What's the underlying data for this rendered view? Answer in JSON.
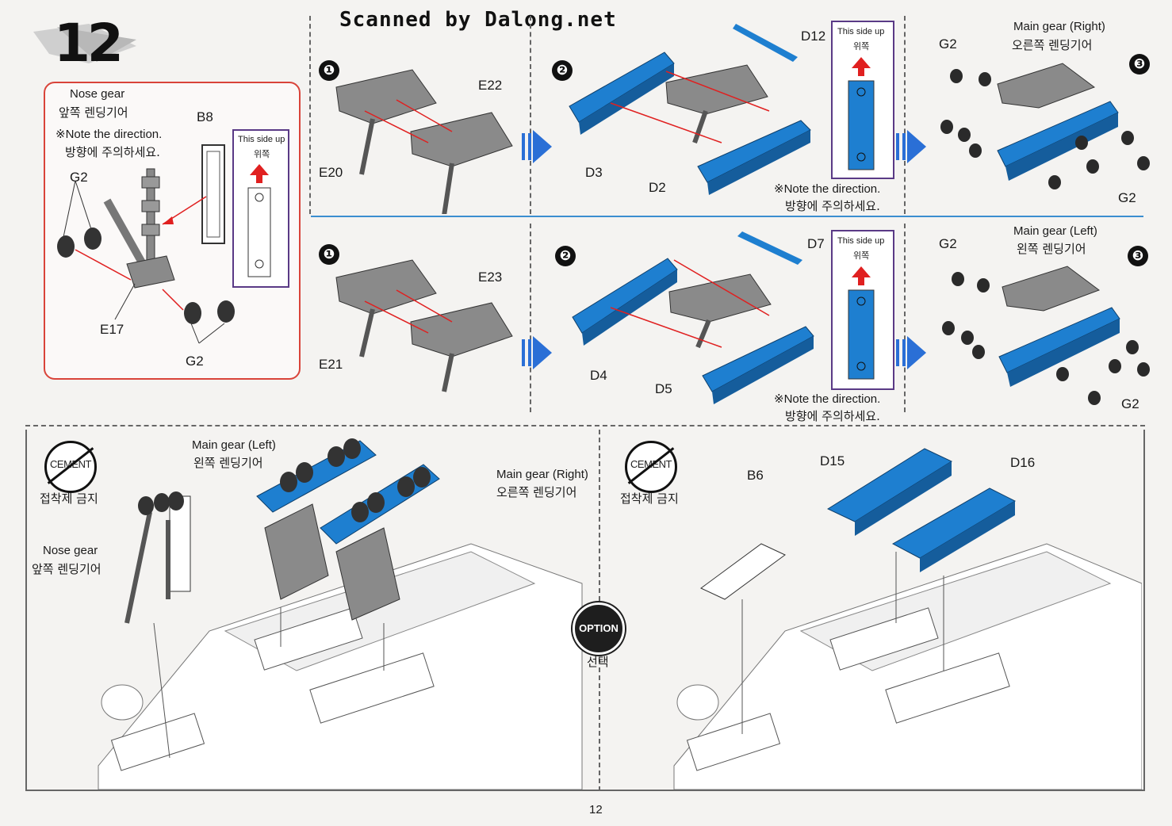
{
  "header": {
    "step_number": "12",
    "watermark": "Scanned by Dalong.net"
  },
  "nose_gear_box": {
    "title_en": "Nose gear",
    "title_ko": "앞쪽 렌딩기어",
    "note_en": "※Note the direction.",
    "note_ko": "방향에 주의하세요.",
    "part_b8": "B8",
    "part_g2_top": "G2",
    "part_g2_bottom": "G2",
    "part_e17": "E17",
    "side_up_en": "This side up",
    "side_up_ko": "위쪽"
  },
  "right_gear_row": {
    "step1": "❶",
    "step2": "❷",
    "step3": "❸",
    "part_e20": "E20",
    "part_e22": "E22",
    "part_d3": "D3",
    "part_d2": "D2",
    "part_d12": "D12",
    "part_g2_a": "G2",
    "part_g2_b": "G2",
    "side_up_en": "This side up",
    "side_up_ko": "위쪽",
    "note_en": "※Note the direction.",
    "note_ko": "방향에 주의하세요.",
    "title_en": "Main gear (Right)",
    "title_ko": "오른쪽 렌딩기어"
  },
  "left_gear_row": {
    "step1": "❶",
    "step2": "❷",
    "step3": "❸",
    "part_e21": "E21",
    "part_e23": "E23",
    "part_d4": "D4",
    "part_d5": "D5",
    "part_d7": "D7",
    "part_g2_a": "G2",
    "part_g2_b": "G2",
    "side_up_en": "This side up",
    "side_up_ko": "위쪽",
    "note_en": "※Note the direction.",
    "note_ko": "방향에 주의하세요.",
    "title_en": "Main gear (Left)",
    "title_ko": "왼쪽 렌딩기어"
  },
  "bottom_left": {
    "cement_text": "CEMENT",
    "no_cement_ko": "접착제 금지",
    "main_left_en": "Main gear (Left)",
    "main_left_ko": "왼쪽 렌딩기어",
    "main_right_en": "Main gear (Right)",
    "main_right_ko": "오른쪽 렌딩기어",
    "nose_en": "Nose gear",
    "nose_ko": "앞쪽 렌딩기어"
  },
  "bottom_right": {
    "cement_text": "CEMENT",
    "no_cement_ko": "접착제 금지",
    "option_label": "OPTION",
    "option_ko": "선택",
    "part_b6": "B6",
    "part_d15": "D15",
    "part_d16": "D16"
  },
  "footer": {
    "page_number": "12"
  },
  "colors": {
    "part_blue": "#1e7fd0",
    "part_grey": "#8a8a8a",
    "arrow_red": "#e02020",
    "step_arrow_blue": "#2a6fd6",
    "nose_box_border": "#d9443a",
    "side_box_border": "#5a3a86"
  }
}
